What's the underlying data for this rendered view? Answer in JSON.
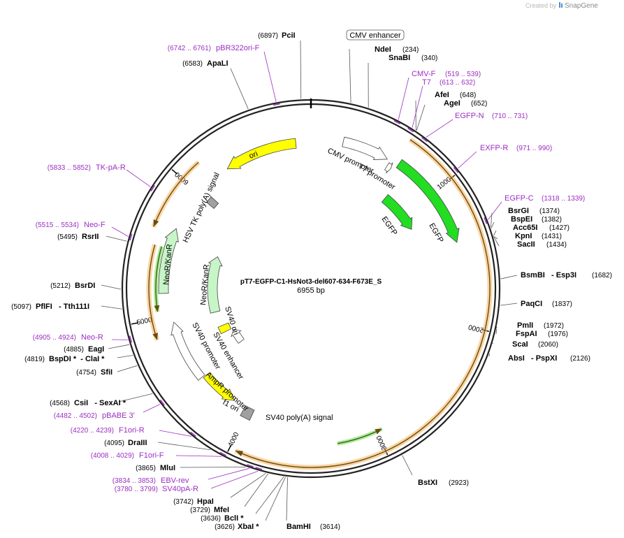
{
  "credit": {
    "prefix": "Created by",
    "brand": "SnapGene"
  },
  "plasmid": {
    "name": "pT7-EGFP-C1-HsNot3-del607-634-F673E_S",
    "size": "6955 bp",
    "total_bp": 6955
  },
  "tick_labels": [
    "1000",
    "2000",
    "3000",
    "4000",
    "5000",
    "6000"
  ],
  "enzymes": [
    {
      "name": "PciI",
      "pos": "(6897)"
    },
    {
      "name": "NdeI",
      "pos": "(234)"
    },
    {
      "name": "SnaBI",
      "pos": "(340)"
    },
    {
      "name": "AfeI",
      "pos": "(648)"
    },
    {
      "name": "AgeI",
      "pos": "(652)"
    },
    {
      "name": "BsrGI",
      "pos": "(1374)"
    },
    {
      "name": "BspEI",
      "pos": "(1382)"
    },
    {
      "name": "Acc65I",
      "pos": "(1427)"
    },
    {
      "name": "KpnI",
      "pos": "(1431)"
    },
    {
      "name": "SacII",
      "pos": "(1434)"
    },
    {
      "name": "BsmBI   - Esp3I",
      "pos": "(1682)"
    },
    {
      "name": "PaqCI",
      "pos": "(1837)"
    },
    {
      "name": "PmlI",
      "pos": "(1972)"
    },
    {
      "name": "FspAI",
      "pos": "(1976)"
    },
    {
      "name": "ScaI",
      "pos": "(2060)"
    },
    {
      "name": "AbsI   - PspXI",
      "pos": "(2126)"
    },
    {
      "name": "BstXI",
      "pos": "(2923)"
    },
    {
      "name": "BamHI",
      "pos": "(3614)"
    },
    {
      "name": "XbaI *",
      "pos": "(3626)"
    },
    {
      "name": "BclI *",
      "pos": "(3636)"
    },
    {
      "name": "MfeI",
      "pos": "(3729)"
    },
    {
      "name": "HpaI",
      "pos": "(3742)"
    },
    {
      "name": "MluI",
      "pos": "(3865)"
    },
    {
      "name": "DraIII",
      "pos": "(4095)"
    },
    {
      "name": "CsiI   - SexAI *",
      "pos": "(4568)"
    },
    {
      "name": "SfiI",
      "pos": "(4754)"
    },
    {
      "name": "BspDI *  - ClaI *",
      "pos": "(4819)"
    },
    {
      "name": "EagI",
      "pos": "(4885)"
    },
    {
      "name": "PflFI   - Tth111I",
      "pos": "(5097)"
    },
    {
      "name": "BsrDI",
      "pos": "(5212)"
    },
    {
      "name": "RsrII",
      "pos": "(5495)"
    },
    {
      "name": "ApaLI",
      "pos": "(6583)"
    }
  ],
  "primers": [
    {
      "name": "pBR322ori-F",
      "pos": "(6742 .. 6761)"
    },
    {
      "name": "CMV-F",
      "pos": "(519 .. 539)"
    },
    {
      "name": "T7",
      "pos": "(613 .. 632)"
    },
    {
      "name": "EGFP-N",
      "pos": "(710 .. 731)"
    },
    {
      "name": "EXFP-R",
      "pos": "(971 .. 990)"
    },
    {
      "name": "EGFP-C",
      "pos": "(1318 .. 1339)"
    },
    {
      "name": "TK-pA-R",
      "pos": "(5833 .. 5852)"
    },
    {
      "name": "Neo-F",
      "pos": "(5515 .. 5534)"
    },
    {
      "name": "Neo-R",
      "pos": "(4905 .. 4924)"
    },
    {
      "name": "pBABE 3'",
      "pos": "(4482 .. 4502)"
    },
    {
      "name": "F1ori-R",
      "pos": "(4220 .. 4239)"
    },
    {
      "name": "F1ori-F",
      "pos": "(4008 .. 4029)"
    },
    {
      "name": "EBV-rev",
      "pos": "(3834 .. 3853)"
    },
    {
      "name": "SV40pA-R",
      "pos": "(3780 .. 3799)"
    }
  ],
  "features": {
    "cmv_enhancer": "CMV enhancer",
    "cmv_promoter": "CMV promoter",
    "t7_promoter": "T7 promoter",
    "egfp_1": "EGFP",
    "egfp_2": "EGFP",
    "ori": "ori",
    "hsv_tk": "HSV TK poly(A) signal",
    "neor_1": "NeoR/KanR",
    "neor_2": "NeoR/KanR",
    "sv40_ori": "SV40 ori",
    "sv40_enhancer": "SV40 enhancer",
    "sv40_promoter": "SV40 promoter",
    "ampr_promoter": "AmpR promoter",
    "f1_ori": "f1 ori",
    "sv40_polya": "SV40 poly(A) signal"
  },
  "colors": {
    "backbone": "#222222",
    "enzyme_text": "#000000",
    "primer": "#9b2ec0",
    "egfp": "#22dd22",
    "ori": "#ffff00",
    "neor": "#c8f5c8",
    "promoter": "#ffffff",
    "polya": "#a0a0a0",
    "orf_orange": "#f5b55a"
  }
}
